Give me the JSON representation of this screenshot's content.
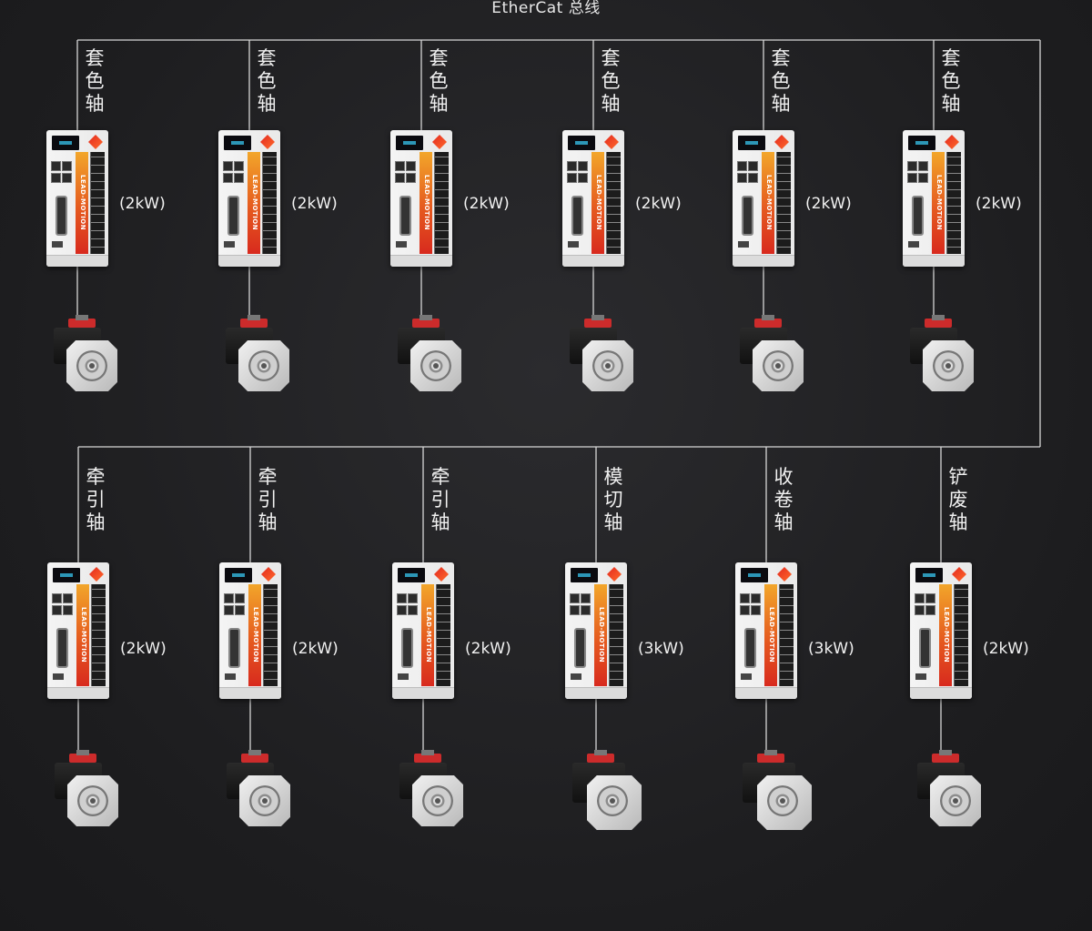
{
  "bus": {
    "title": "EtherCat 总线"
  },
  "colors": {
    "wire": "#d6d6d6",
    "accent": "#e3291f",
    "background": "#1e1e20"
  },
  "rows": [
    {
      "axes": [
        {
          "label": [
            "套",
            "色",
            "轴"
          ],
          "power": "(2kW)"
        },
        {
          "label": [
            "套",
            "色",
            "轴"
          ],
          "power": "(2kW)"
        },
        {
          "label": [
            "套",
            "色",
            "轴"
          ],
          "power": "(2kW)"
        },
        {
          "label": [
            "套",
            "色",
            "轴"
          ],
          "power": "(2kW)"
        },
        {
          "label": [
            "套",
            "色",
            "轴"
          ],
          "power": "(2kW)"
        },
        {
          "label": [
            "套",
            "色",
            "轴"
          ],
          "power": "(2kW)"
        }
      ]
    },
    {
      "axes": [
        {
          "label": [
            "牵",
            "引",
            "轴"
          ],
          "power": "(2kW)"
        },
        {
          "label": [
            "牵",
            "引",
            "轴"
          ],
          "power": "(2kW)"
        },
        {
          "label": [
            "牵",
            "引",
            "轴"
          ],
          "power": "(2kW)"
        },
        {
          "label": [
            "模",
            "切",
            "轴"
          ],
          "power": "(3kW)"
        },
        {
          "label": [
            "收",
            "卷",
            "轴"
          ],
          "power": "(3kW)"
        },
        {
          "label": [
            "铲",
            "废",
            "轴"
          ],
          "power": "(2kW)"
        }
      ]
    }
  ],
  "drive_brand": "LEAD-MOTION"
}
